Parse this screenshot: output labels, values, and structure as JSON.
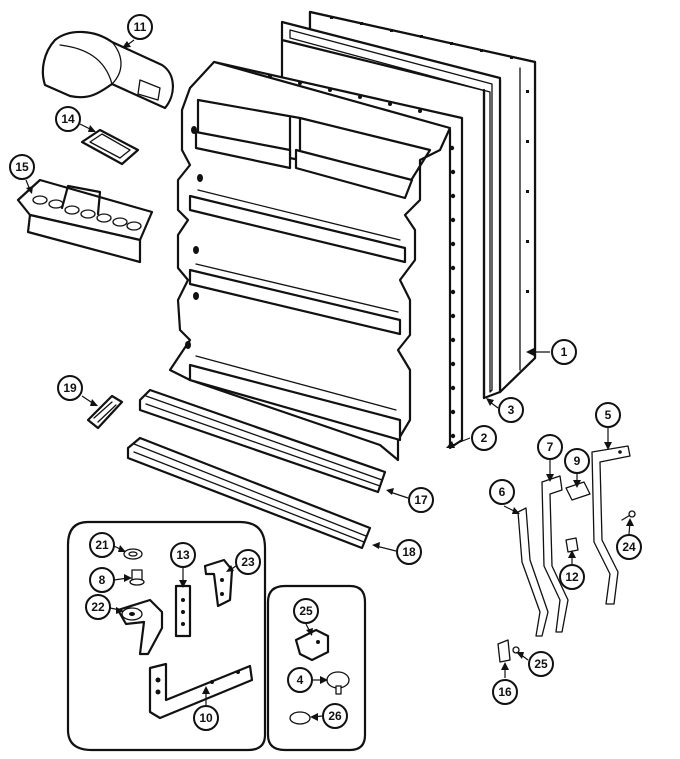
{
  "diagram": {
    "type": "exploded-parts-diagram",
    "callouts": [
      "1",
      "2",
      "3",
      "4",
      "5",
      "6",
      "7",
      "8",
      "9",
      "10",
      "11",
      "12",
      "13",
      "14",
      "15",
      "16",
      "17",
      "18",
      "19",
      "21",
      "22",
      "23",
      "24",
      "25",
      "26"
    ],
    "icons": [
      "door-liner-icon",
      "door-gasket-icon",
      "door-panel-icon",
      "dairy-cover-icon",
      "butter-tray-icon",
      "egg-tray-icon",
      "door-trim-icon",
      "handle-cap-icon",
      "hinge-icon",
      "bracket-icon",
      "screw-icon",
      "plug-icon"
    ]
  }
}
